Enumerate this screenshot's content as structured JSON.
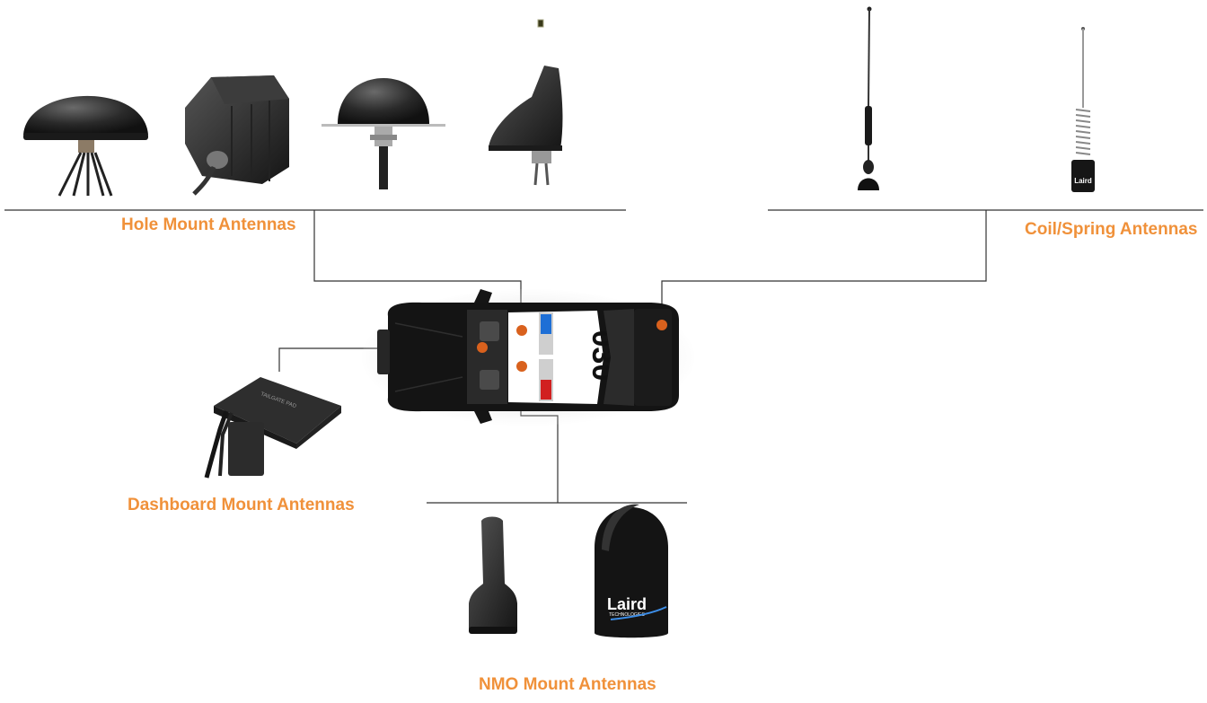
{
  "groups": {
    "hole_mount": {
      "label": "Hole Mount Antennas"
    },
    "coil_spring": {
      "label": "Coil/Spring Antennas"
    },
    "dashboard_mount": {
      "label": "Dashboard Mount Antennas"
    },
    "nmo_mount": {
      "label": "NMO Mount Antennas"
    }
  },
  "vehicle": {
    "roof_number": "030"
  },
  "products": {
    "nmo_dome_brand": "Laird",
    "nmo_dome_brand_sub": "TECHNOLOGIES",
    "coil_brand": "Laird",
    "dashboard_text": "TAILGATE PAD"
  },
  "colors": {
    "label": "#f0913a",
    "mount_point": "#d9611d",
    "connector": "#333333",
    "light_blue": "#1e6fd6",
    "light_red": "#d12020"
  }
}
